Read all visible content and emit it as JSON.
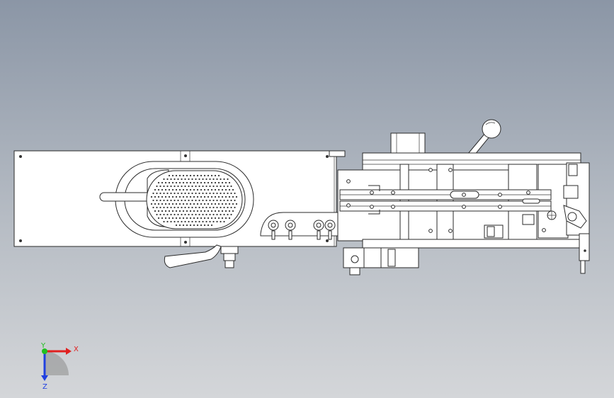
{
  "view": {
    "background_top": "#8b96a6",
    "background_bottom": "#d4d6d9",
    "line_color": "#2a2a2a",
    "fill_color": "#ffffff"
  },
  "triad": {
    "x_label": "X",
    "y_label": "Y",
    "z_label": "Z",
    "x_color": "#e02020",
    "y_color": "#20c020",
    "z_color": "#2040e0"
  }
}
